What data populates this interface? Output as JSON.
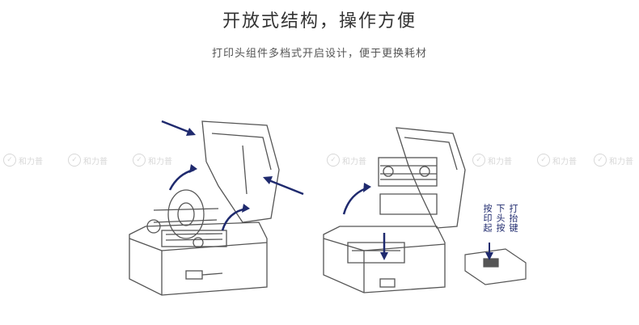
{
  "header": {
    "title": "开放式结构，操作方便",
    "subtitle": "打印头组件多档式开启设计，便于更换耗材"
  },
  "watermark": {
    "text": "和力普",
    "icon": "brand-logo-icon"
  },
  "callout": {
    "col1": "打抬键",
    "col2": "下头按",
    "col3": "按印起"
  },
  "colors": {
    "arrow": "#1f2a6e",
    "line": "#555555",
    "watermark": "#d8d8d8"
  }
}
